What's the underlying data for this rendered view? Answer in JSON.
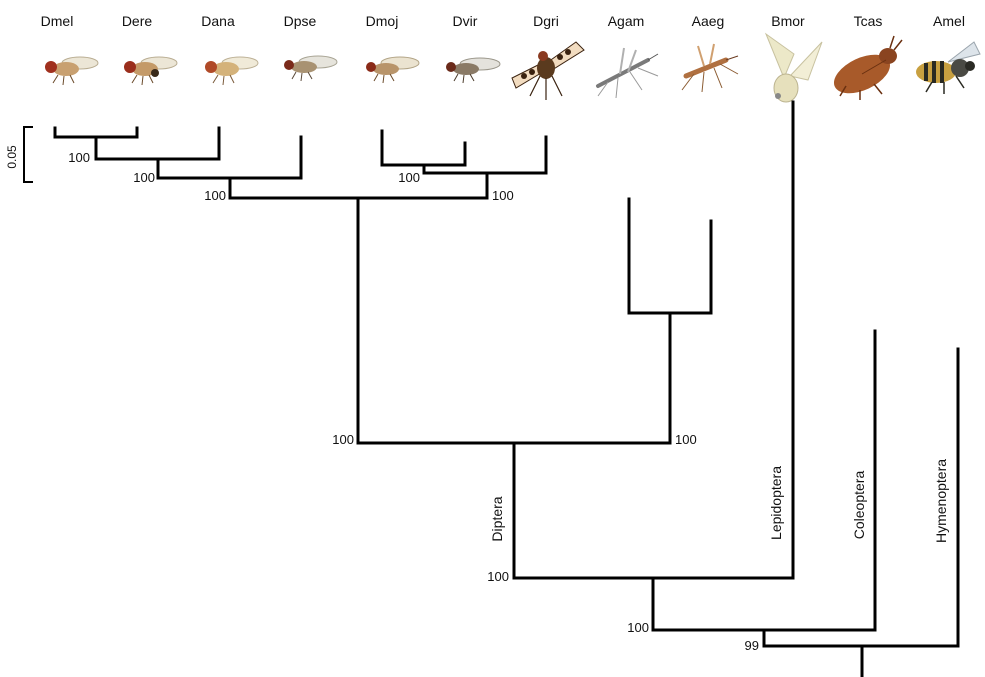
{
  "taxa": [
    {
      "id": "dmel",
      "label": "Dmel",
      "icon": "fruit-fly-icon",
      "color": "#c8a070"
    },
    {
      "id": "dere",
      "label": "Dere",
      "icon": "fruit-fly-icon",
      "color": "#c49a68"
    },
    {
      "id": "dana",
      "label": "Dana",
      "icon": "fruit-fly-icon",
      "color": "#d4b27a"
    },
    {
      "id": "dpse",
      "label": "Dpse",
      "icon": "fruit-fly-icon",
      "color": "#a89272"
    },
    {
      "id": "dmoj",
      "label": "Dmoj",
      "icon": "fruit-fly-icon",
      "color": "#b8946a"
    },
    {
      "id": "dvir",
      "label": "Dvir",
      "icon": "fruit-fly-icon",
      "color": "#8a7a66"
    },
    {
      "id": "dgri",
      "label": "Dgri",
      "icon": "spotted-fly-icon",
      "color": "#5a3a1e"
    },
    {
      "id": "agam",
      "label": "Agam",
      "icon": "mosquito-icon",
      "color": "#8a8a8a"
    },
    {
      "id": "aaeg",
      "label": "Aaeg",
      "icon": "mosquito-icon",
      "color": "#b07040"
    },
    {
      "id": "bmor",
      "label": "Bmor",
      "icon": "silk-moth-icon",
      "color": "#ece8c8"
    },
    {
      "id": "tcas",
      "label": "Tcas",
      "icon": "flour-beetle-icon",
      "color": "#a85a2a"
    },
    {
      "id": "amel",
      "label": "Amel",
      "icon": "honey-bee-icon",
      "color": "#4a4a44"
    }
  ],
  "support_values": [
    "100",
    "100",
    "100",
    "100",
    "100",
    "100",
    "100",
    "100",
    "100",
    "99"
  ],
  "orders": [
    "Diptera",
    "Lepidoptera",
    "Coleoptera",
    "Hymenoptera"
  ],
  "scale_bar": {
    "label": "0.05"
  }
}
